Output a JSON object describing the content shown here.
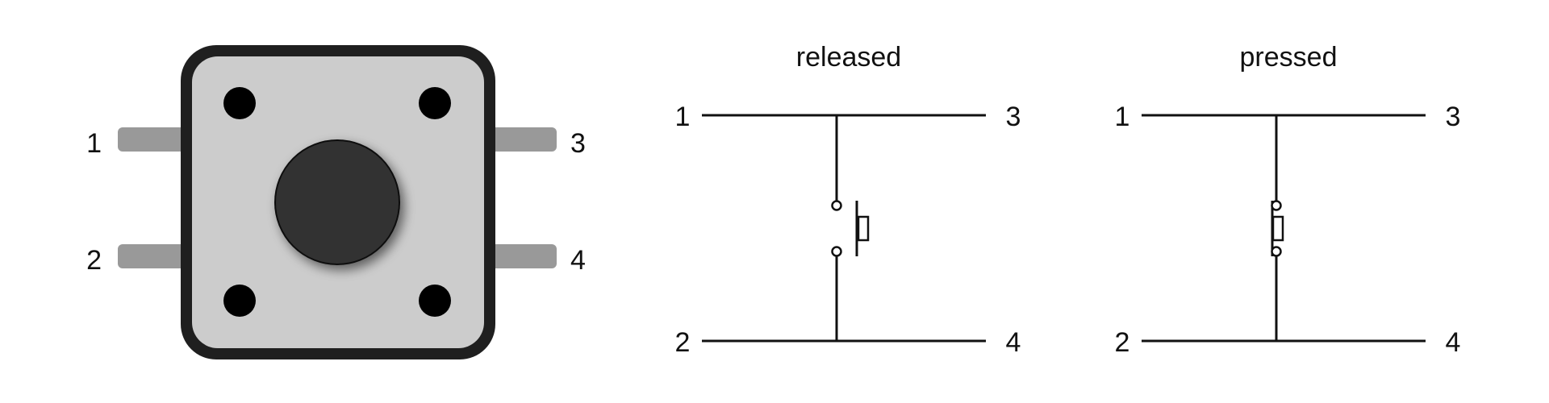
{
  "pushbutton": {
    "pins": {
      "p1": "1",
      "p2": "2",
      "p3": "3",
      "p4": "4"
    },
    "colors": {
      "body_border": "#1f1f1f",
      "body_fill": "#cccccc",
      "pin_fill": "#999999",
      "mount_hole": "#000000",
      "cap_fill": "#333333"
    },
    "icons": {
      "body": "tactile-switch-body",
      "cap": "button-cap",
      "hole": "mount-hole"
    }
  },
  "schematics": {
    "released": {
      "title": "released",
      "pins": {
        "p1": "1",
        "p2": "2",
        "p3": "3",
        "p4": "4"
      },
      "state": "open"
    },
    "pressed": {
      "title": "pressed",
      "pins": {
        "p1": "1",
        "p2": "2",
        "p3": "3",
        "p4": "4"
      },
      "state": "closed"
    }
  },
  "theme": {
    "line_color": "#111111",
    "background": "#ffffff"
  }
}
